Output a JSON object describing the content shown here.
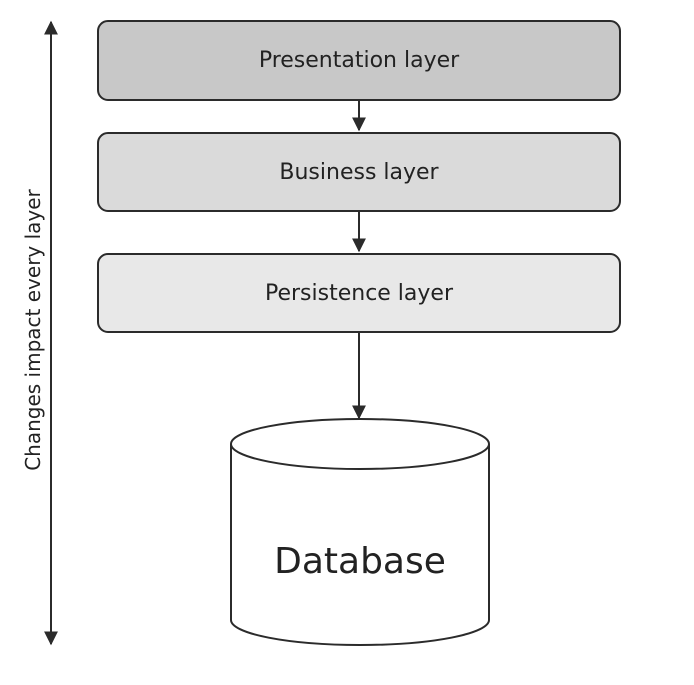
{
  "layers": [
    {
      "label": "Presentation layer",
      "fill": "#c8c8c8"
    },
    {
      "label": "Business layer",
      "fill": "#dadada"
    },
    {
      "label": "Persistence layer",
      "fill": "#e8e8e8"
    }
  ],
  "database": {
    "label": "Database"
  },
  "side_arrow": {
    "label": "Changes impact every layer"
  },
  "colors": {
    "stroke": "#2b2b2b",
    "text": "#222222"
  }
}
